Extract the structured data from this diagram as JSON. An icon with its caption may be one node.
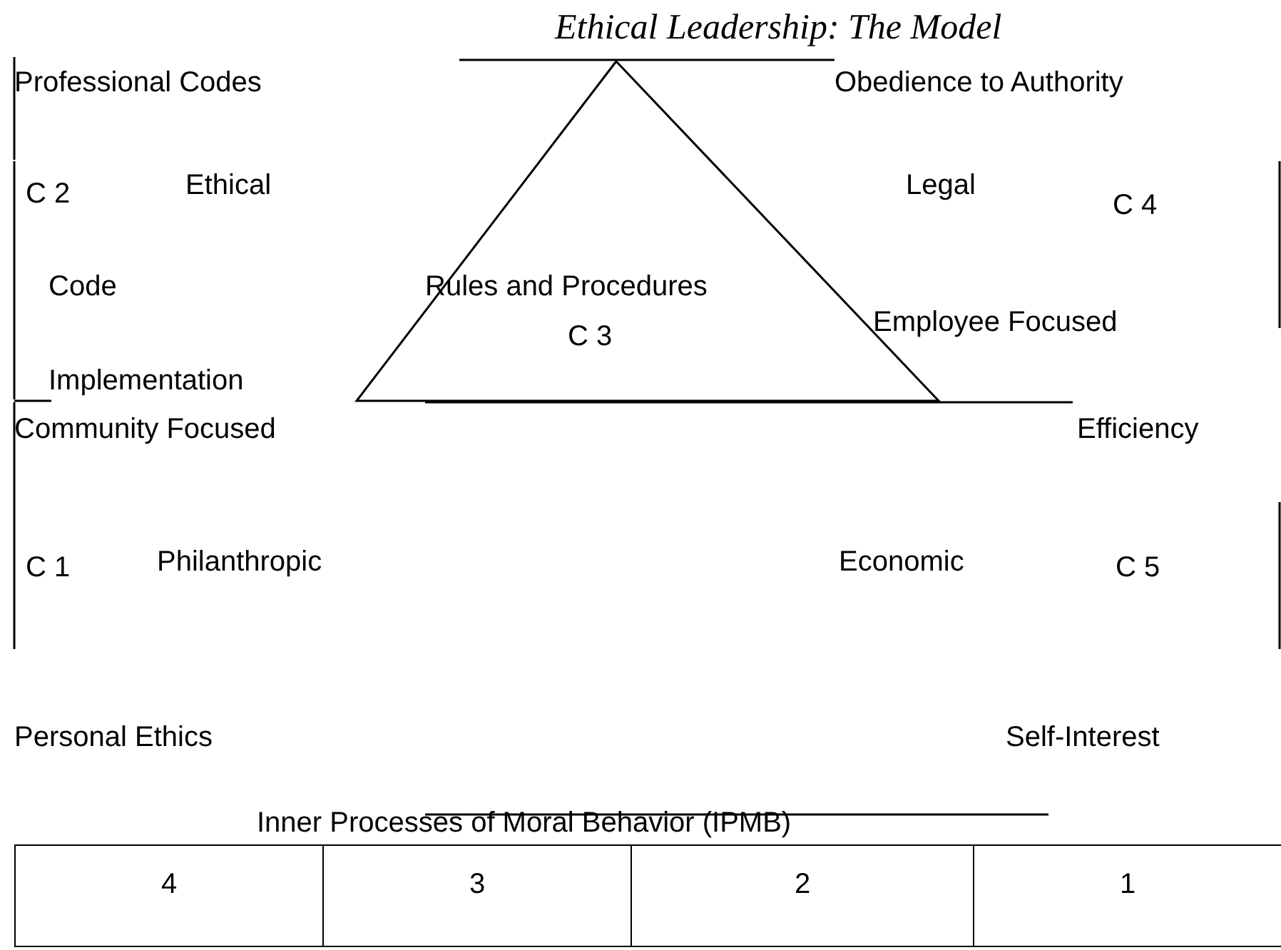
{
  "diagram": {
    "title": "Ethical Leadership: The Model",
    "nodes": [
      {
        "text": [
          "Rules and Procedures",
          "C 3"
        ]
      }
    ],
    "labels": [
      "Professional Codes",
      "Obedience to Authority",
      "C 2",
      "Ethical",
      "Legal",
      "C 4",
      "Code",
      "Employee Focused",
      "Implementation",
      "Community Focused",
      "Efficiency",
      "C 1",
      "Philanthropic",
      "Economic",
      "C 5",
      "Personal Ethics",
      "Self-Interest",
      "Inner Processes of Moral Behavior (IPMB)",
      "4",
      "3",
      "2",
      "1"
    ]
  }
}
